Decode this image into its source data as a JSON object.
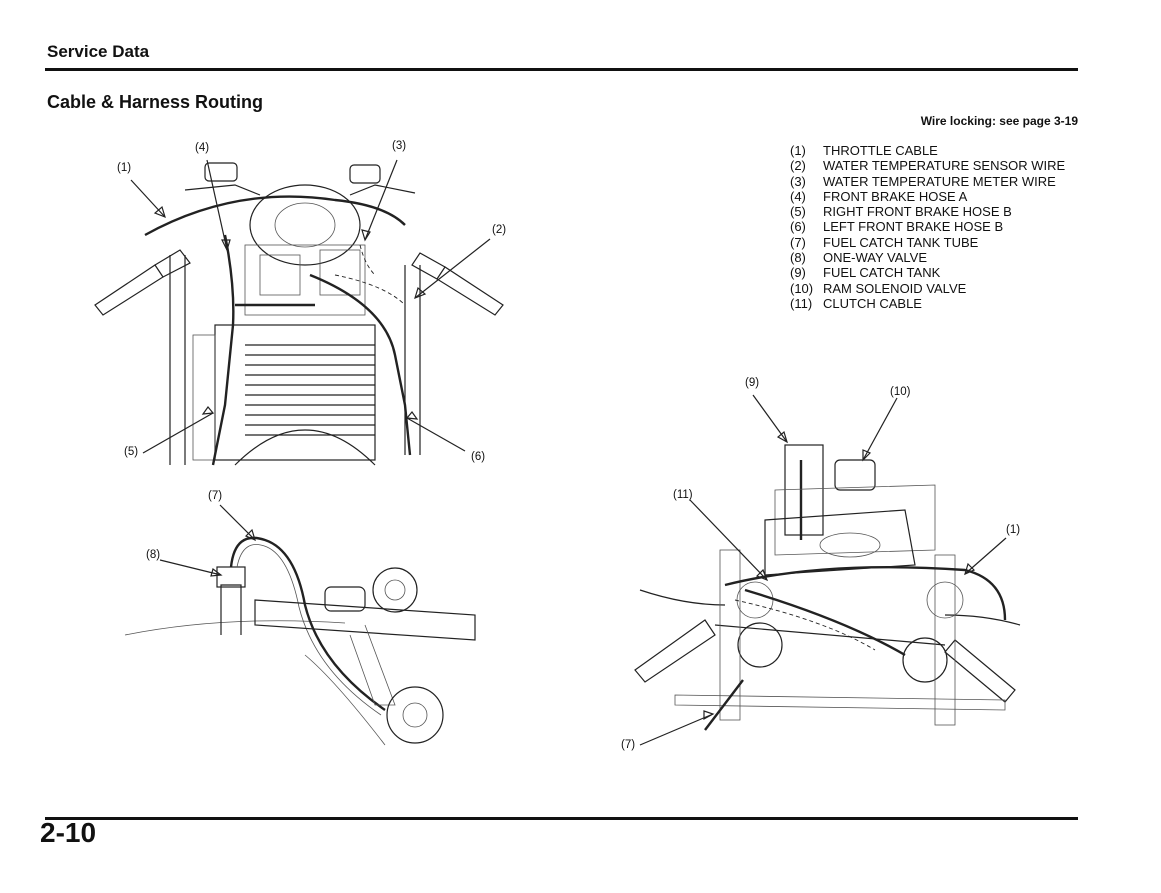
{
  "header": {
    "section_title": "Service Data",
    "page_title": "Cable & Harness Routing",
    "wire_note": "Wire locking: see page 3-19"
  },
  "legend": [
    {
      "num": "(1)",
      "label": "THROTTLE CABLE"
    },
    {
      "num": "(2)",
      "label": "WATER TEMPERATURE SENSOR WIRE"
    },
    {
      "num": "(3)",
      "label": "WATER TEMPERATURE METER WIRE"
    },
    {
      "num": "(4)",
      "label": "FRONT BRAKE HOSE A"
    },
    {
      "num": "(5)",
      "label": "RIGHT FRONT BRAKE HOSE B"
    },
    {
      "num": "(6)",
      "label": "LEFT FRONT BRAKE HOSE B"
    },
    {
      "num": "(7)",
      "label": "FUEL CATCH TANK TUBE"
    },
    {
      "num": "(8)",
      "label": "ONE-WAY VALVE"
    },
    {
      "num": "(9)",
      "label": "FUEL CATCH TANK"
    },
    {
      "num": "(10)",
      "label": "RAM SOLENOID VALVE"
    },
    {
      "num": "(11)",
      "label": "CLUTCH CABLE"
    }
  ],
  "callouts": {
    "fig1": [
      "(1)",
      "(4)",
      "(3)",
      "(2)",
      "(5)",
      "(6)"
    ],
    "fig2": [
      "(7)",
      "(8)"
    ],
    "fig3": [
      "(9)",
      "(10)",
      "(11)",
      "(1)",
      "(7)"
    ]
  },
  "footer": {
    "page_number": "2-10"
  }
}
